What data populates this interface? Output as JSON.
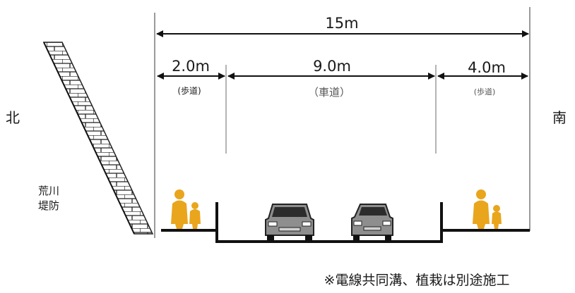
{
  "diagram": {
    "total_width": "15m",
    "sidewalk_north_width": "2.0m",
    "sidewalk_north_label": "(歩道)",
    "roadway_width": "9.0m",
    "roadway_label": "（車道）",
    "sidewalk_south_width": "4.0m",
    "sidewalk_south_label": "(歩道)",
    "north_label": "北",
    "south_label": "南",
    "levee_label_line1": "荒川",
    "levee_label_line2": "堤防",
    "footnote": "※電線共同溝、植栽は別途施工"
  },
  "colors": {
    "line": "#111111",
    "guide": "#9a9a9a",
    "brick": "#222222",
    "pedestrian": "#e9a51c",
    "car_body": "#8e8e8e",
    "car_window": "#2c2c2c"
  }
}
